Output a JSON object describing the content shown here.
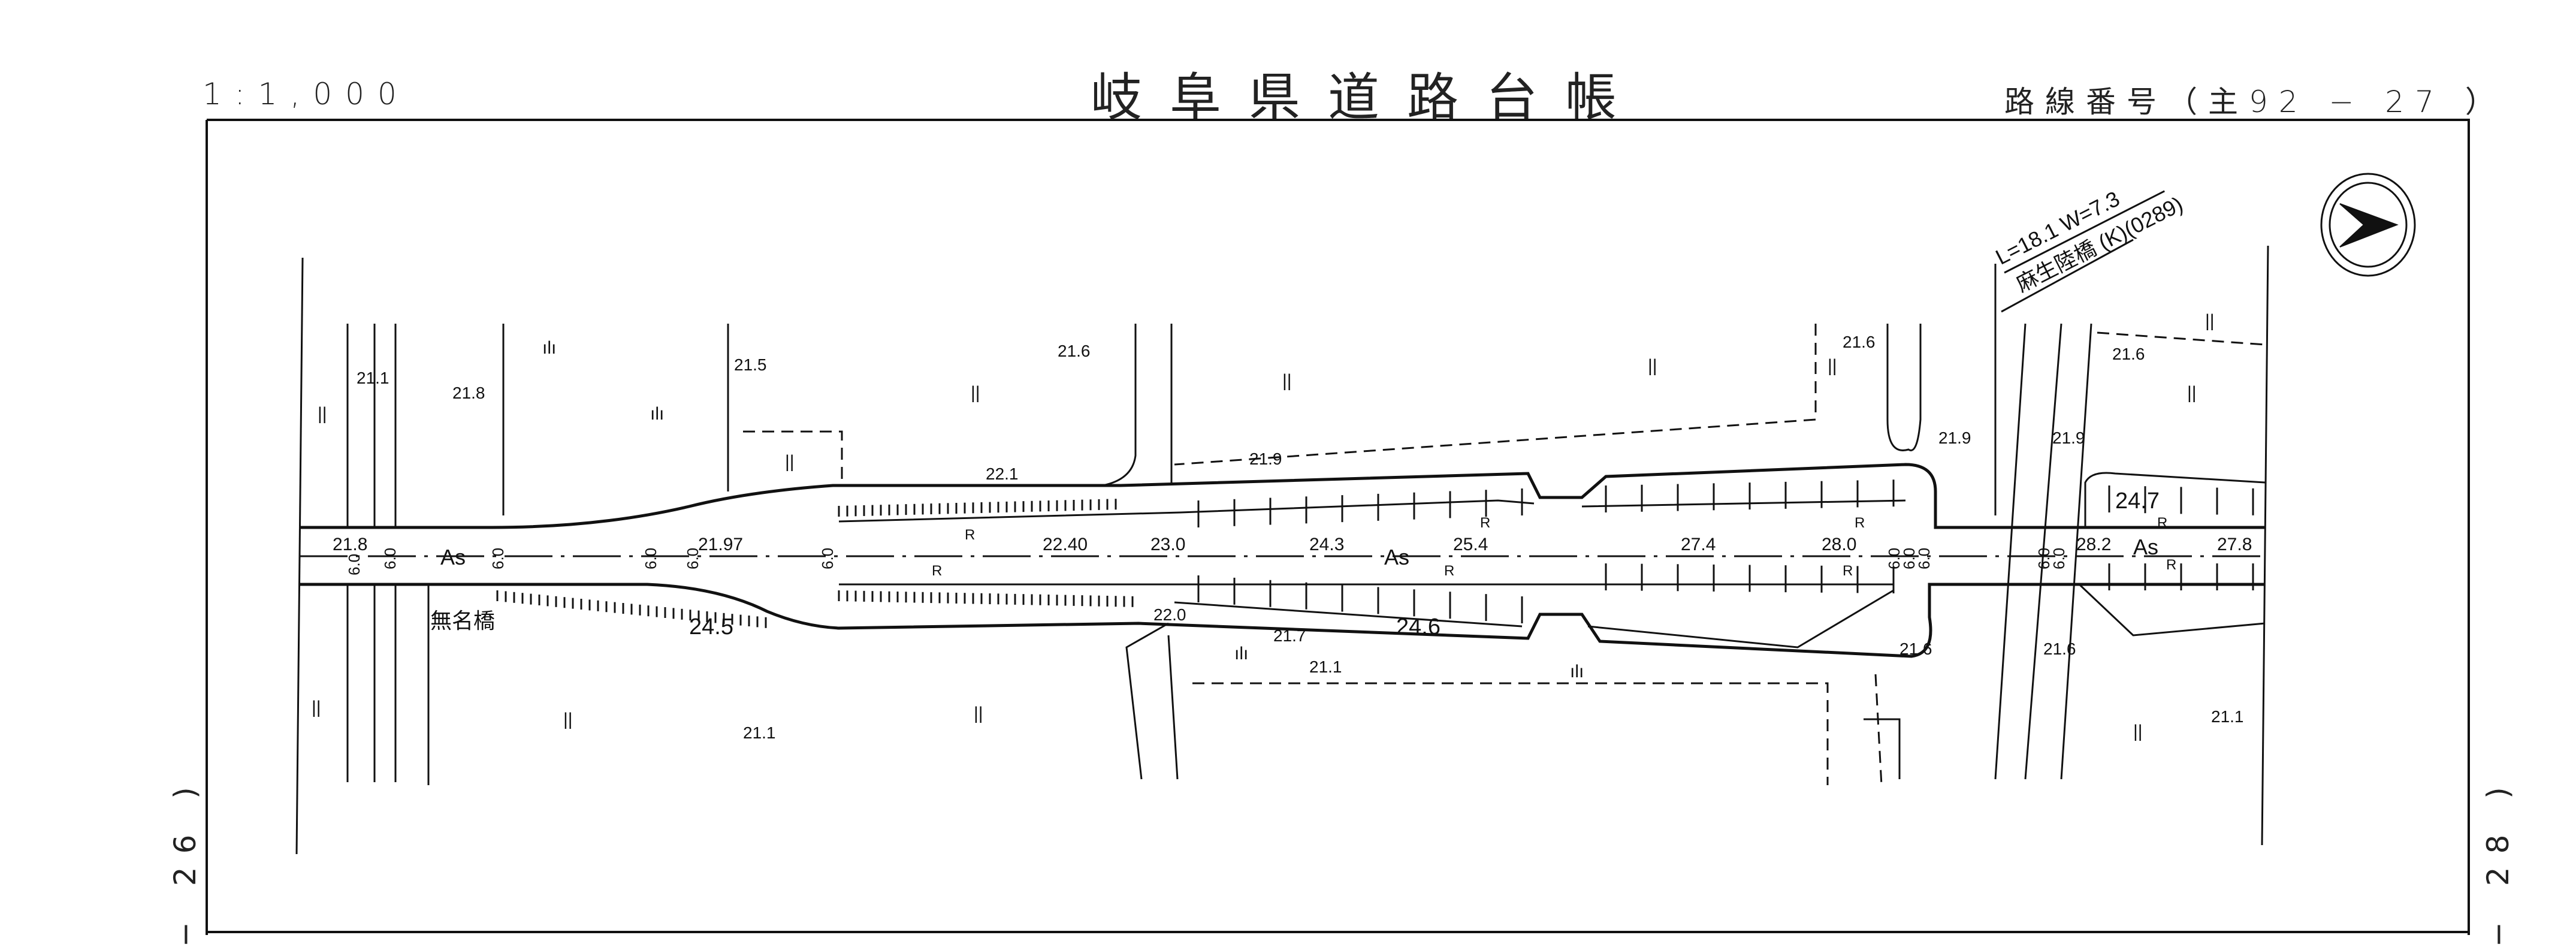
{
  "header": {
    "scale": "1:1,000",
    "title": "岐阜県道路台帳",
    "route_label": "路線番号（主92 − 27 ）"
  },
  "sheet_refs": {
    "left": "− 26 )",
    "right": "− 28 )"
  },
  "north_arrow": {
    "icon": "north-arrow-icon",
    "direction": "right"
  },
  "bridges": [
    {
      "name": "麻生陸橋 (K)(0289)",
      "spec": "L=18.1  W=7.3"
    },
    {
      "name": "無名橋"
    }
  ],
  "road": {
    "surface_labels": [
      "As",
      "As",
      "As"
    ],
    "centerline_elevations": [
      "21.8",
      "21.97",
      "22.40",
      "23.0",
      "24.3",
      "25.4",
      "27.4",
      "28.0",
      "28.2",
      "27.8"
    ],
    "width_labels": [
      "6.0",
      "6.0",
      "6.0",
      "6.0",
      "6.0",
      "6.0",
      "6.0",
      "6.0",
      "6.0",
      "6.0",
      "6.0",
      "6.0"
    ],
    "retaining_wall_marks": [
      "R",
      "R",
      "R",
      "R",
      "R",
      "R",
      "R",
      "R"
    ],
    "slope_heights": [
      "24.5",
      "24.6",
      "24.7"
    ]
  },
  "spot_heights": {
    "north_side": [
      "21.1",
      "21.8",
      "21.5",
      "21.6",
      "21.9",
      "21.6",
      "21.6",
      "22.1",
      "21.9",
      "21.9"
    ],
    "south_side": [
      "22.0",
      "21.7",
      "21.1",
      "21.6",
      "21.6",
      "21.1",
      "21.1"
    ]
  },
  "land_use_symbols": {
    "paddy": "||",
    "field": "ılı"
  }
}
